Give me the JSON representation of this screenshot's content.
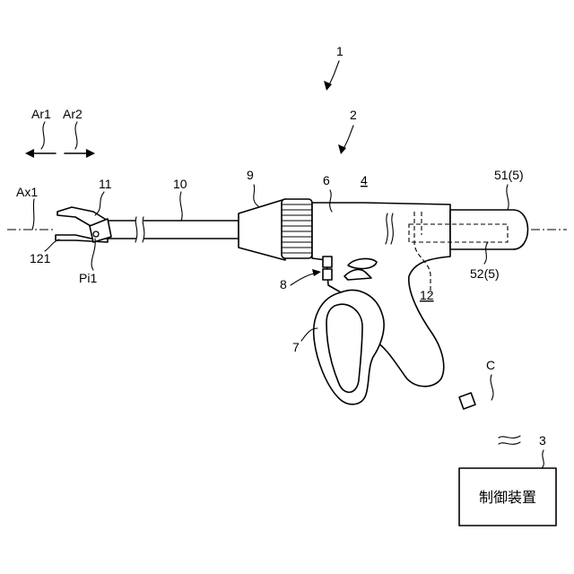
{
  "labels": {
    "system": "1",
    "instrument": "2",
    "controller": "3",
    "housing": "4",
    "body": "6",
    "handle": "7",
    "switch": "8",
    "rotary_knob": "9",
    "sheath": "10",
    "end_effector": "11",
    "cable_path": "12",
    "jaw": "121",
    "pin": "Pi1",
    "axis": "Ax1",
    "dir_1": "Ar1",
    "dir_2": "Ar2",
    "transducer_outer": "51(5)",
    "transducer_inner": "52(5)",
    "cable": "C"
  },
  "control_box_text": "制御装置"
}
